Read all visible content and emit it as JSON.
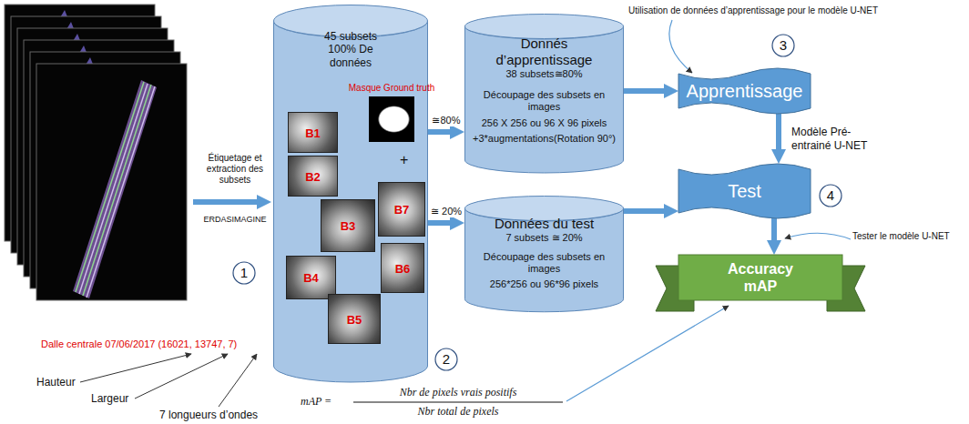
{
  "diagram": {
    "nodes": [
      {
        "text": [
          "45 subsets 100% De données"
        ]
      },
      {
        "text": [
          "Masque Ground truth"
        ],
        "in": 0
      },
      {
        "text": [
          "B1"
        ],
        "in": 0
      },
      {
        "text": [
          "B2"
        ],
        "in": 0
      },
      {
        "text": [
          "B3"
        ],
        "in": 0
      },
      {
        "text": [
          "B7"
        ],
        "in": 0
      },
      {
        "text": [
          "B4"
        ],
        "in": 0
      },
      {
        "text": [
          "B6"
        ],
        "in": 0
      },
      {
        "text": [
          "B5"
        ],
        "in": 0
      },
      {
        "text": [
          "Donnés d’apprentissage",
          "38 subsets≅80%",
          "Découpage des subsets en images",
          "256 X 256 ou 96 X 96 pixels",
          "+3*augmentations(Rotation 90°)"
        ]
      },
      {
        "text": [
          "Données du test",
          "7 subsets ≅ 20%",
          "Découpage des subsets en images",
          "256*256 ou 96*96 pixels"
        ]
      },
      {
        "text": [
          "Apprentissage"
        ]
      },
      {
        "text": [
          "Test"
        ]
      },
      {
        "text": [
          "Accuracy mAP"
        ]
      },
      {
        "text": [
          "1"
        ]
      },
      {
        "text": [
          "2"
        ]
      },
      {
        "text": [
          "3"
        ]
      },
      {
        "text": [
          "4"
        ]
      }
    ],
    "edges": [
      {
        "from": 0,
        "to": 9,
        "arrow": "to",
        "label": "≅80%"
      },
      {
        "from": 0,
        "to": 10,
        "arrow": "to",
        "label": "≅ 20%"
      },
      {
        "from": 9,
        "to": 11,
        "arrow": "to"
      },
      {
        "from": 11,
        "to": 12,
        "arrow": "to",
        "label": "Modèle Pré-entrainé U-NET"
      },
      {
        "from": 10,
        "to": 12,
        "arrow": "to"
      },
      {
        "from": 12,
        "to": 13,
        "arrow": "to"
      }
    ],
    "labels": [
      "Étiquetage et extraction des subsets",
      "ERDASIMAGINE",
      "Dalle centrale 07/06/2017 (16021, 13747, 7)",
      "Hauteur",
      "Largeur",
      "7 longueurs d’ondes",
      "+",
      "Utilisation de données d’apprentissage pour le modèle U-NET",
      "Tester le modèle U-NET",
      "mAP =",
      "Nbr de pixels vrais positifs",
      "Nbr total de pixels"
    ]
  }
}
